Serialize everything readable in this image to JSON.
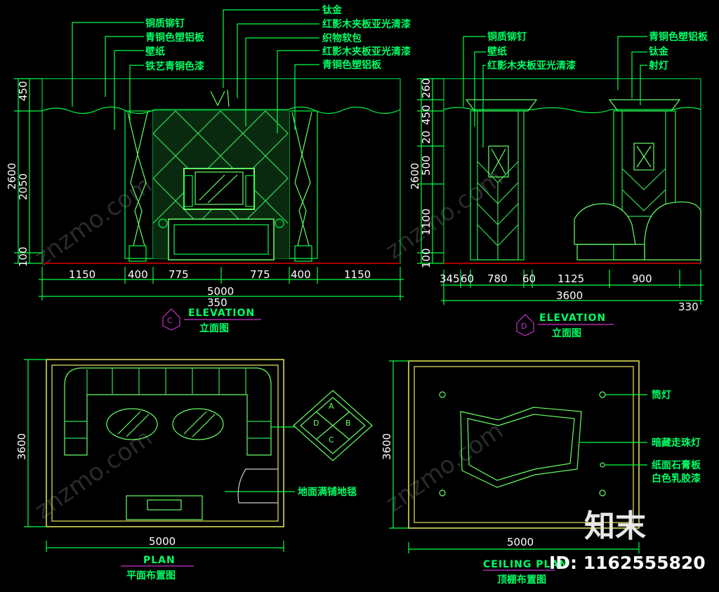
{
  "colors": {
    "bg": "#000000",
    "line": "#00ff44",
    "bright": "#66ff66",
    "dim": "#ffffff",
    "yellow": "#e8e860",
    "magenta": "#cc33cc",
    "red": "#aa0000"
  },
  "elevation_c": {
    "title": "ELEVATION",
    "subtitle": "立面图",
    "marker": "C",
    "labels": {
      "l1": "铜质铆钉",
      "l2": "青铜色塑铝板",
      "l3": "壁纸",
      "l4": "铁艺青铜色漆",
      "r1": "钛金",
      "r2": "红影木夹板亚光清漆",
      "r3": "织物软包",
      "r4": "红影木夹板亚光清漆",
      "r5": "青铜色塑铝板"
    },
    "v_dims": {
      "d450": "450",
      "d2600": "2600",
      "d2050": "2050",
      "d100": "100"
    },
    "h_dims": [
      "1150",
      "400",
      "775",
      "775",
      "400",
      "1150"
    ],
    "total": "5000",
    "extra": "350"
  },
  "elevation_d": {
    "title": "ELEVATION",
    "subtitle": "立面图",
    "marker": "D",
    "labels": {
      "l1": "铜质铆钉",
      "l2": "壁纸",
      "l3": "红影木夹板亚光清漆",
      "r1": "青铜色塑铝板",
      "r2": "钛金",
      "r3": "射灯"
    },
    "v_dims": {
      "d260": "260",
      "d450": "450",
      "d20": "20",
      "d500": "500",
      "d2600": "2600",
      "d1100": "1100",
      "d100": "100"
    },
    "h_dims": {
      "a": "345",
      "b": "60",
      "c": "780",
      "d": "60",
      "e": "1125",
      "f": "900"
    },
    "total": "3600",
    "extra": "330"
  },
  "plan": {
    "title": "PLAN",
    "subtitle": "平面布置图",
    "total_w": "5000",
    "total_h": "3600",
    "carpet_label": "地面满铺地毯",
    "compass": [
      "A",
      "B",
      "C",
      "D"
    ]
  },
  "ceiling": {
    "title": "CEILING PLAN",
    "subtitle": "顶棚布置图",
    "total_w": "5000",
    "total_h": "3600",
    "labels": {
      "a": "筒灯",
      "b": "暗藏走珠灯",
      "c": "纸面石膏板",
      "d": "白色乳胶漆"
    }
  },
  "watermark": {
    "brand": "知末",
    "site": "znzmo.com",
    "id": "ID: 1162555820"
  }
}
